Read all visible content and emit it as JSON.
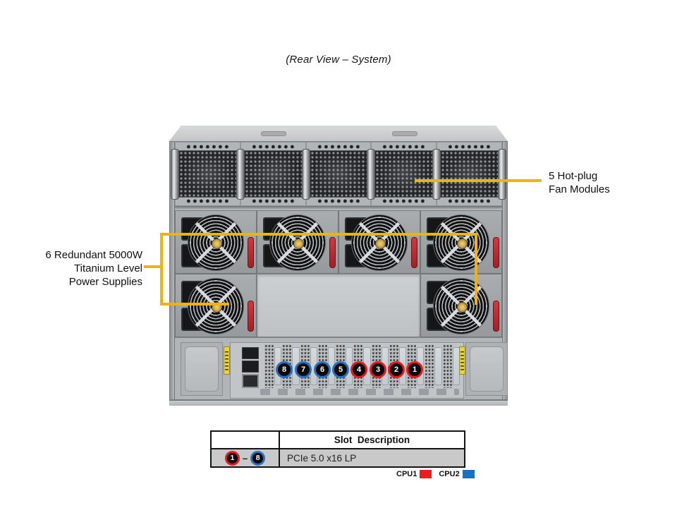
{
  "title": "(Rear View – System)",
  "callouts": {
    "fan": {
      "line1": "5 Hot-plug",
      "line2": "Fan Modules"
    },
    "psu": {
      "line1": "6 Redundant 5000W",
      "line2": "Titanium Level",
      "line3": "Power Supplies"
    }
  },
  "server": {
    "view": "rear",
    "fan_modules": 5,
    "power_supplies": 6,
    "slots": [
      {
        "num": "8",
        "cpu": "CPU2"
      },
      {
        "num": "7",
        "cpu": "CPU2"
      },
      {
        "num": "6",
        "cpu": "CPU2"
      },
      {
        "num": "5",
        "cpu": "CPU2"
      },
      {
        "num": "4",
        "cpu": "CPU1"
      },
      {
        "num": "3",
        "cpu": "CPU1"
      },
      {
        "num": "2",
        "cpu": "CPU1"
      },
      {
        "num": "1",
        "cpu": "CPU1"
      }
    ]
  },
  "table": {
    "header": "Slot  Description",
    "row": {
      "start": "1",
      "dash": "–",
      "end": "8",
      "description": "PCIe 5.0 x16 LP"
    }
  },
  "legend": {
    "cpu1_label": "CPU1",
    "cpu2_label": "CPU2"
  },
  "colors": {
    "callout_yellow": "#F2B206",
    "cpu1_red": "#E8191F",
    "cpu2_blue": "#2A6FBB"
  }
}
